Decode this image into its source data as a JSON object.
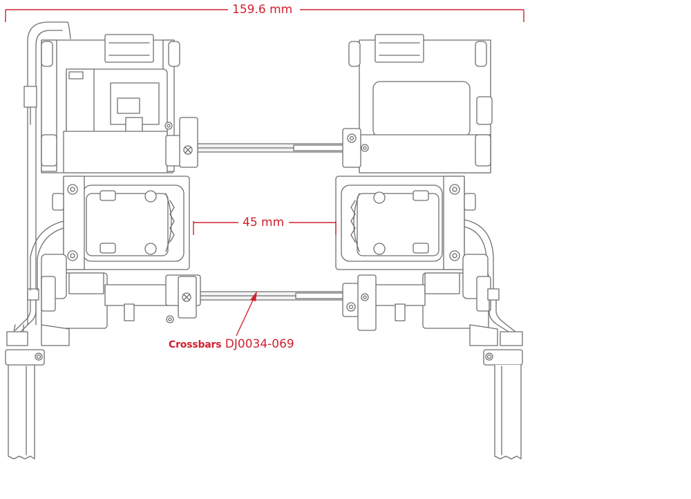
{
  "diagram": {
    "overall_width_label": "159.6 mm",
    "gap_label": "45 mm",
    "callout": {
      "name": "Crossbars",
      "part_number": "DJ0034-069"
    },
    "colors": {
      "annotation": "#d0202e",
      "line": "#6e6e6e",
      "fill": "#ffffff",
      "shade": "#f2f2f2"
    }
  }
}
